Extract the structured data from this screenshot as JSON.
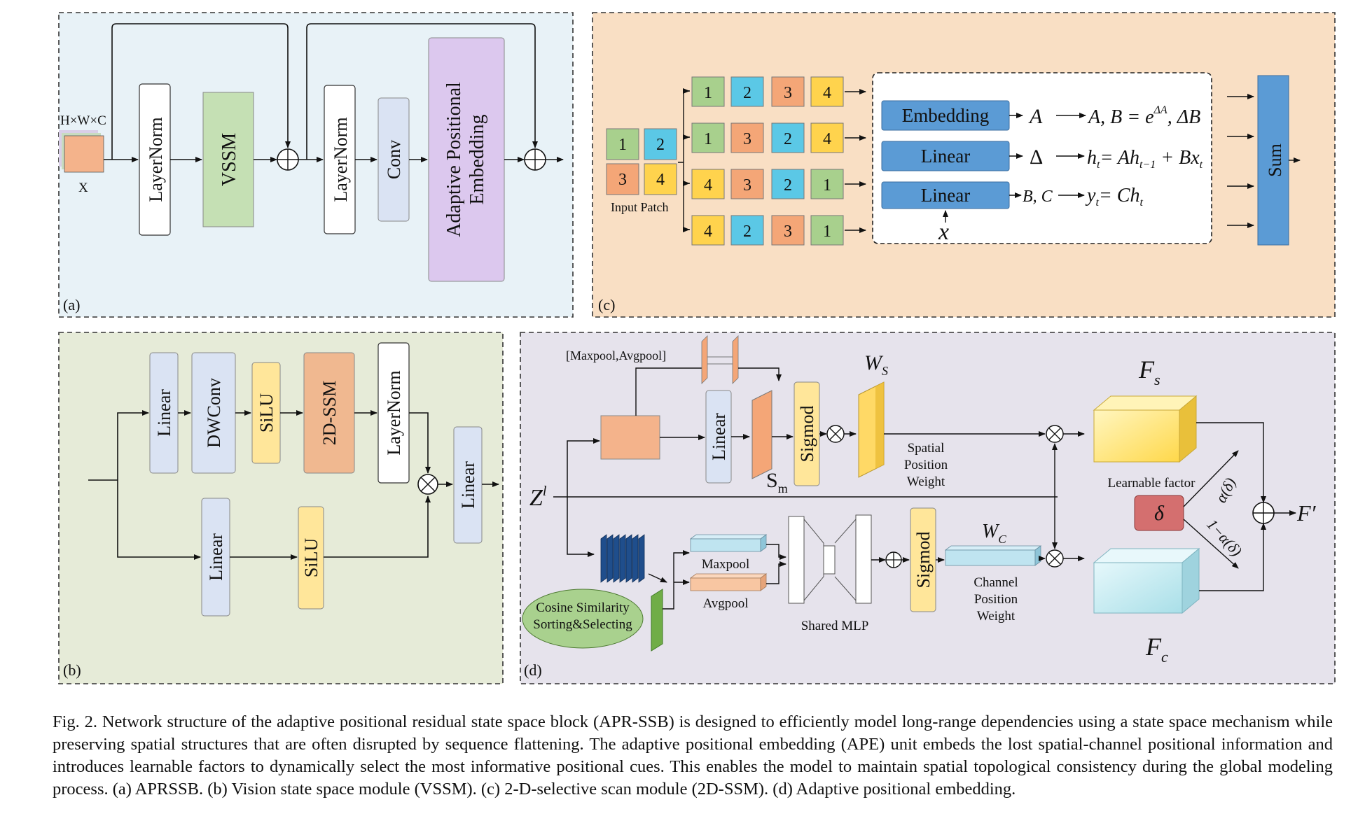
{
  "colors": {
    "panel_a_bg": "#e8f2f7",
    "panel_b_bg": "#e6ebd8",
    "panel_c_bg": "#f9dfc4",
    "panel_d_bg": "#e6e3ec",
    "green": "#a8d08d",
    "cyan": "#5bc8e6",
    "orange": "#f4a677",
    "yellow": "#ffd34d",
    "blue_box": "#5b9bd5",
    "sum_box": "#5b9bd5",
    "lavender": "#d9e1f2",
    "purple": "#dcc8ee",
    "tan": "#f0b890",
    "pale_yellow": "#fff2a8",
    "delta_red": "#d46f6f",
    "ellipse_green": "#a9d18e"
  },
  "panel_a": {
    "label": "(a)",
    "input_dims": "H×W×C",
    "input_var": "X",
    "layernorm1": "LayerNorm",
    "vssm": "VSSM",
    "layernorm2": "LayerNorm",
    "conv": "Conv",
    "ape_line1": "Adaptive Positional",
    "ape_line2": "Embedding"
  },
  "panel_b": {
    "label": "(b)",
    "linear_top": "Linear",
    "dwconv": "DWConv",
    "silu_top": "SiLU",
    "ssm2d": "2D-SSM",
    "layernorm": "LayerNorm",
    "linear_bottom": "Linear",
    "silu_bottom": "SiLU",
    "linear_out": "Linear"
  },
  "panel_c": {
    "label": "(c)",
    "input_patch": "Input Patch",
    "input_cells": [
      "1",
      "2",
      "3",
      "4"
    ],
    "sequences": [
      [
        "1",
        "2",
        "3",
        "4"
      ],
      [
        "1",
        "3",
        "2",
        "4"
      ],
      [
        "4",
        "3",
        "2",
        "1"
      ],
      [
        "4",
        "2",
        "3",
        "1"
      ]
    ],
    "embedding": "Embedding",
    "linear1": "Linear",
    "linear2": "Linear",
    "eq_A": "A",
    "eq_AB": "A, B = e",
    "eq_exp": "ΔA",
    "eq_dB": ", ΔB",
    "eq_delta": "Δ",
    "eq_h1": "h",
    "eq_h1_sub": "t",
    "eq_h2": "= Ah",
    "eq_h2_sub": "t−1",
    "eq_h3": " + Bx",
    "eq_h3_sub": "t",
    "eq_BC": "B, C",
    "eq_y1": "y",
    "eq_y1_sub": "t",
    "eq_y2": "= Ch",
    "eq_y2_sub": "t",
    "eq_x": "x",
    "sum": "Sum"
  },
  "panel_d": {
    "label": "(d)",
    "pool_label": "[Maxpool,Avgpool]",
    "linear": "Linear",
    "sigmod1": "Sigmod",
    "sigmod2": "Sigmod",
    "ws": "W",
    "ws_sub": "S",
    "sm": "S",
    "sm_sub": "m",
    "spatial_weight_1": "Spatial",
    "spatial_weight_2": "Position",
    "spatial_weight_3": "Weight",
    "fs": "F",
    "fs_sub": "s",
    "z": "Z",
    "z_sup": "l",
    "learnable": "Learnable factor",
    "delta": "δ",
    "alpha": "α(δ)",
    "one_minus_alpha": "1−α(δ)",
    "f_out": "F′",
    "maxpool": "Maxpool",
    "avgpool": "Avgpool",
    "shared_mlp": "Shared MLP",
    "wc": "W",
    "wc_sub": "C",
    "channel_weight_1": "Channel",
    "channel_weight_2": "Position",
    "channel_weight_3": "Weight",
    "fc": "F",
    "fc_sub": "c",
    "cosine_1": "Cosine Similarity",
    "cosine_2": "Sorting&Selecting"
  },
  "caption": "Fig. 2.  Network structure of the adaptive positional residual state space block (APR-SSB) is designed to efficiently model long-range dependencies using a state space mechanism while preserving spatial structures that are often disrupted by sequence flattening. The adaptive positional embedding (APE) unit embeds the lost spatial-channel positional information and introduces learnable factors to dynamically select the most informative positional cues. This enables the model to maintain spatial topological consistency during the global modeling process. (a) APRSSB. (b) Vision state space module (VSSM). (c) 2-D-selective scan module (2D-SSM). (d) Adaptive positional embedding."
}
